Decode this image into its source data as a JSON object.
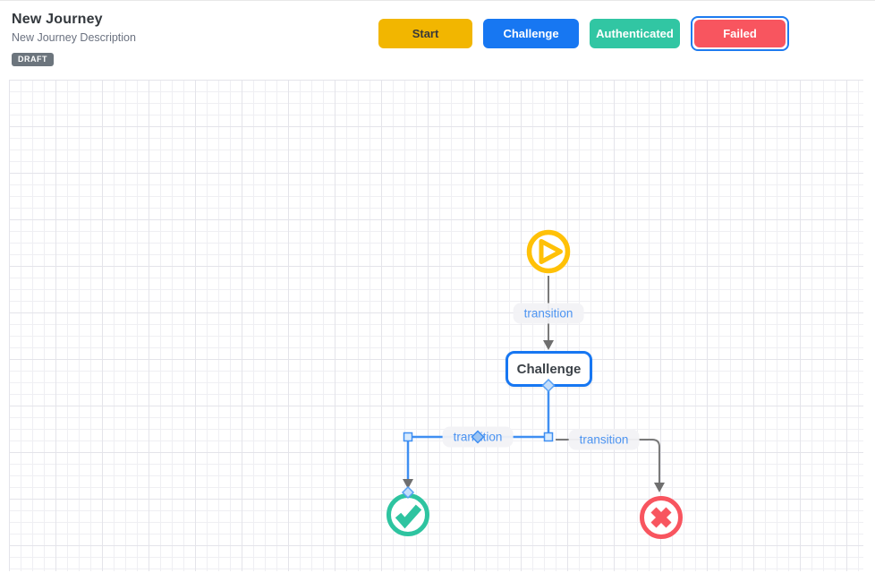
{
  "header": {
    "title": "New Journey",
    "description": "New Journey Description",
    "status_badge": "DRAFT"
  },
  "toolbar": {
    "buttons": [
      {
        "label": "Start",
        "color": "#f2b600",
        "text_color": "#3a3a3a",
        "selected": false
      },
      {
        "label": "Challenge",
        "color": "#1777f2",
        "text_color": "#ffffff",
        "selected": false
      },
      {
        "label": "Authenticated",
        "color": "#31c6a3",
        "text_color": "#ffffff",
        "selected": false
      },
      {
        "label": "Failed",
        "color": "#f8555f",
        "text_color": "#ffffff",
        "selected": true
      }
    ],
    "selection_border_color": "#1e7bf0"
  },
  "canvas": {
    "nodes": [
      {
        "id": "start",
        "type": "start-play-icon",
        "color": "#ffc107"
      },
      {
        "id": "challenge",
        "type": "state-box",
        "label": "Challenge",
        "border_color": "#1777f2"
      },
      {
        "id": "authenticated",
        "type": "success-check-icon",
        "color": "#2ec4a0"
      },
      {
        "id": "failed",
        "type": "failure-x-icon",
        "color": "#f8555f"
      }
    ],
    "edges": [
      {
        "from": "start",
        "to": "challenge",
        "label": "transition",
        "selected": false
      },
      {
        "from": "challenge",
        "to": "authenticated",
        "label": "transition",
        "selected": true
      },
      {
        "from": "challenge",
        "to": "failed",
        "label": "transition",
        "selected": false
      }
    ],
    "colors": {
      "edge_default": "#7a7a7a",
      "edge_selected": "#3f8ff2",
      "edge_label_text": "#4d94f1",
      "grid_line": "#e4e4ea"
    }
  }
}
